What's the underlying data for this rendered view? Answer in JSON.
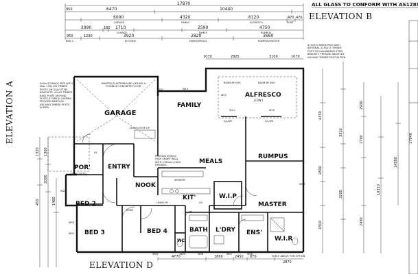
{
  "header": {
    "note": "ALL GLASS TO CONFORM WITH AS1288-2006"
  },
  "elevations": {
    "a": "ELEVATION A",
    "b": "ELEVATION B",
    "d": "ELEVATION D"
  },
  "rooms": {
    "garage": "GARAGE",
    "family": "FAMILY",
    "alfresco": "ALFRESCO",
    "alfresco_sub": "(CON')",
    "meals": "MEALS",
    "rumpus": "RUMPUS",
    "entry": "ENTRY",
    "porch": "POR'",
    "porch_sub": "(CONCRETE)",
    "nook": "NOOK",
    "kitchen": "KIT'",
    "wip": "W.I.P",
    "master": "MASTER",
    "bed2": "BED 2",
    "bed3": "BED 3",
    "bed4": "BED 4",
    "bath": "BATH",
    "laundry": "L'DRY",
    "ensuite": "ENS'",
    "wir": "W.I.R",
    "wc": "WC"
  },
  "top_dims": {
    "overall": "17870",
    "row1": [
      "6470",
      "10440",
      "950"
    ],
    "row2": [
      "6000",
      "4320",
      "6120",
      "470",
      "470"
    ],
    "row2_labels": [
      "GARAGE",
      "FAMILY",
      "ALFRESCO",
      "PORT"
    ],
    "row3": [
      "2990",
      "180",
      "1710",
      "2590",
      "4750"
    ],
    "row3_labels": [
      "LOUNGE",
      "FAMILY",
      "RUMPUS"
    ],
    "row4": [
      "950",
      "1290",
      "3920",
      "2820",
      "3660"
    ],
    "row4_labels": [
      "BED 2",
      "KITCHEN",
      "FAMILY/MEALS",
      "RUMPUS/MASTER"
    ],
    "row5": [
      "1070",
      "2825",
      "3100",
      "1070"
    ]
  },
  "right_dims": {
    "inner": [
      "4350",
      "2800",
      "3310",
      "3200",
      "4310"
    ],
    "outer": [
      "10310",
      "14580",
      "17940",
      "2930",
      "1790",
      "2490"
    ]
  },
  "left_dims": [
    "1320",
    "1300",
    "2000",
    "1460",
    "450"
  ],
  "bottom_dims": [
    "4770",
    "1860",
    "2450",
    "870",
    "2870"
  ],
  "notes": {
    "garage_ceiling": "PAINTED PLASTERBOARD CEILING & CORNICE CONCRETE FLOOR",
    "garage_step": "135mm STEP UP",
    "left_beam": "590x470 BRICK PIER WITH 2No. 135x135 TIMBER POSTS ON GALV STEEL BRACKETS. 90x42 TIMBER BASE PLATE AROUND POSTS AT BRICK CAPPING. PROVIDE ABLEFLEX AROUND TIMBER POSTS IN PIER.",
    "right_pier": "470x470 BRICK PIER WITH INTERNAL 115x115 TIMBER POST ON GALVANISED STEEL BRACKET. PROVIDE ABLEFLEX AROUND TIMBER POST IN PIER.",
    "servery": "PROVIDE 900mm HIGH SMART WALL WITH 1390mm HIGH OPENING",
    "beam_eng": "BEAM BY ENG",
    "future_vent": "SHELF ABOVE FOR OPTION"
  },
  "windows": [
    "W01",
    "W02",
    "W03",
    "W04",
    "W05",
    "W06",
    "W07",
    "W08",
    "W09",
    "W10",
    "W11",
    "W12",
    "W13"
  ],
  "doors": [
    "D1",
    "D2"
  ],
  "labels": {
    "sl_dr": "S/L/DR",
    "servery": "SERVERY",
    "fridge": "FR",
    "oven": "OV",
    "robe": "ROBE",
    "linen": "LINEN"
  },
  "colors": {
    "wall": "#111111",
    "background": "#ffffff"
  }
}
